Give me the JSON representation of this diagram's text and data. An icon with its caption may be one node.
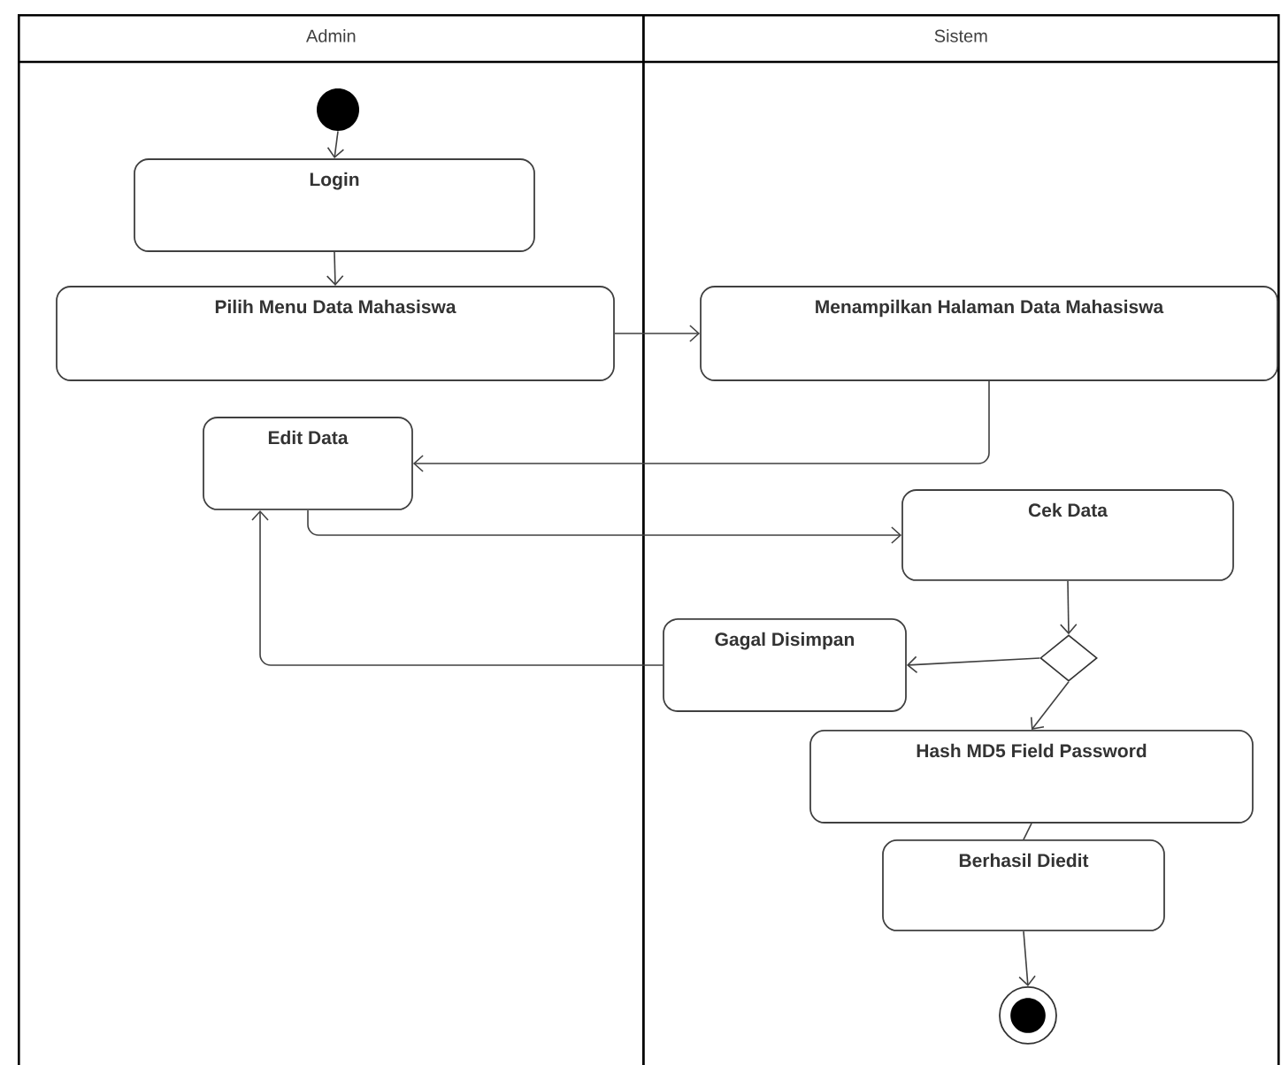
{
  "diagram": {
    "nodes": [
      {
        "text": [
          "Admin"
        ]
      },
      {
        "text": [
          "Sistem"
        ]
      },
      {
        "text": [],
        "shape": "circle",
        "in": 0
      },
      {
        "text": [
          "Login"
        ],
        "in": 0
      },
      {
        "text": [
          "Pilih Menu Data Mahasiswa"
        ],
        "in": 0
      },
      {
        "text": [
          "Menampilkan Halaman Data Mahasiswa"
        ],
        "in": 1
      },
      {
        "text": [
          "Edit Data"
        ],
        "in": 0
      },
      {
        "text": [
          "Cek Data"
        ],
        "in": 1
      },
      {
        "text": [],
        "shape": "diamond",
        "in": 1
      },
      {
        "text": [
          "Gagal Disimpan"
        ],
        "in": 1
      },
      {
        "text": [
          "Hash MD5 Field Password"
        ],
        "in": 1
      },
      {
        "text": [
          "Berhasil Diedit"
        ],
        "in": 1
      },
      {
        "text": [],
        "shape": "circle",
        "in": 1
      }
    ],
    "edges": [
      {
        "from": 2,
        "to": 3,
        "arrow": "to"
      },
      {
        "from": 3,
        "to": 4,
        "arrow": "to"
      },
      {
        "from": 4,
        "to": 5,
        "arrow": "to"
      },
      {
        "from": 5,
        "to": 6,
        "arrow": "to"
      },
      {
        "from": 6,
        "to": 7,
        "arrow": "to"
      },
      {
        "from": 7,
        "to": 8,
        "arrow": "to"
      },
      {
        "from": 8,
        "to": 9,
        "arrow": "to"
      },
      {
        "from": 9,
        "to": 6,
        "arrow": "to"
      },
      {
        "from": 8,
        "to": 10,
        "arrow": "to"
      },
      {
        "from": 10,
        "to": 11,
        "arrow": "none"
      },
      {
        "from": 11,
        "to": 12,
        "arrow": "to"
      }
    ]
  }
}
